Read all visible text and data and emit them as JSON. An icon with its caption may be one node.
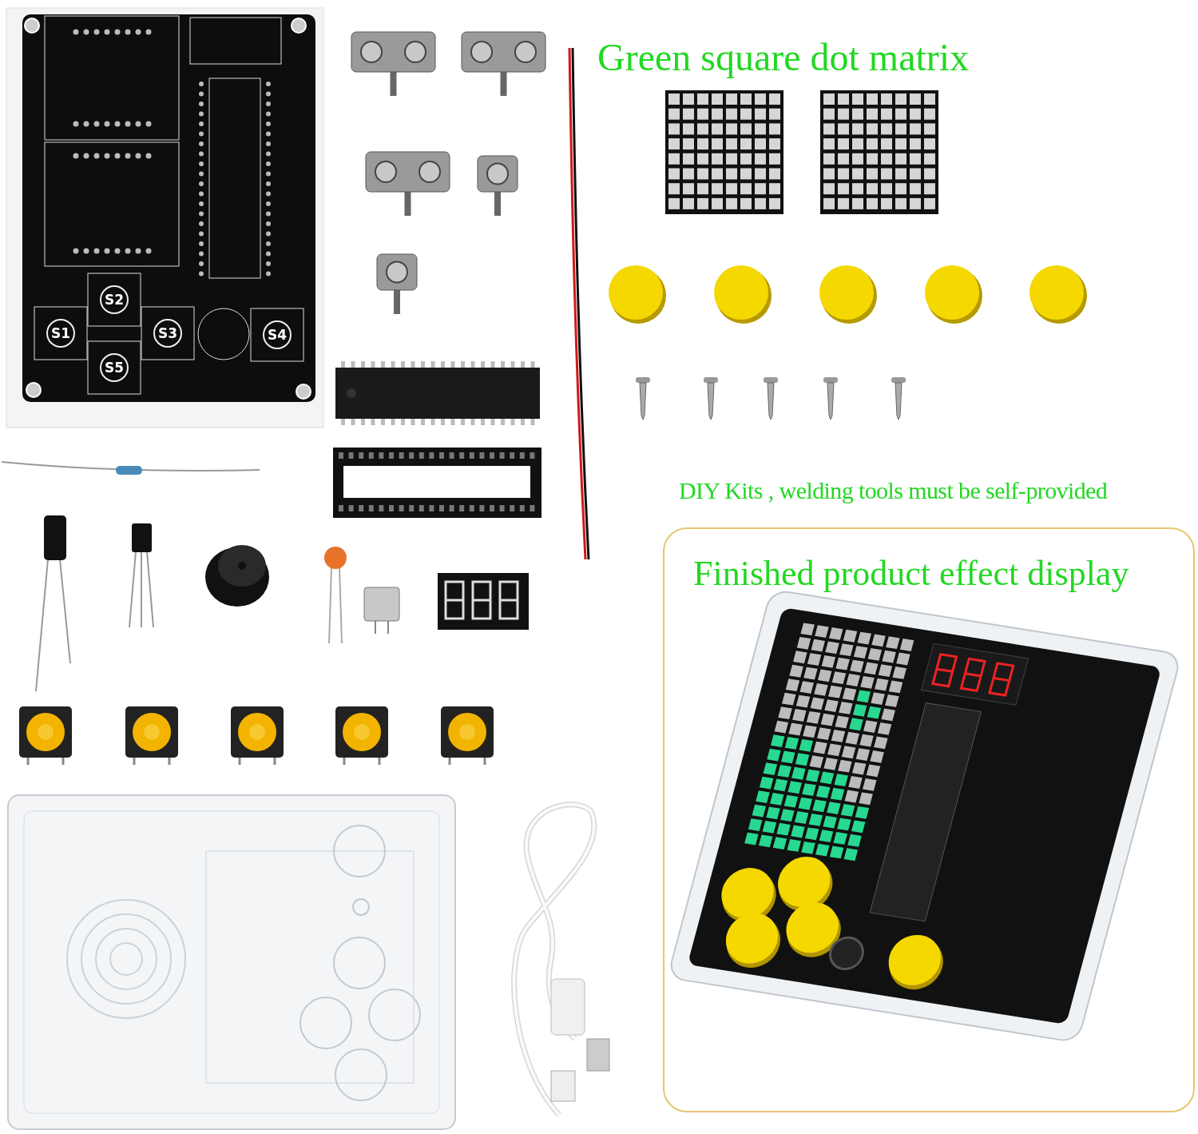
{
  "diagram": {
    "nodes": [
      {
        "text": [
          "Finished product effect display"
        ]
      }
    ],
    "edges": [],
    "labels": [
      "Green square dot matrix",
      "S2",
      "S1",
      "S3",
      "S4",
      "S5",
      "DIY Kits , welding tools must be self-provided"
    ]
  }
}
